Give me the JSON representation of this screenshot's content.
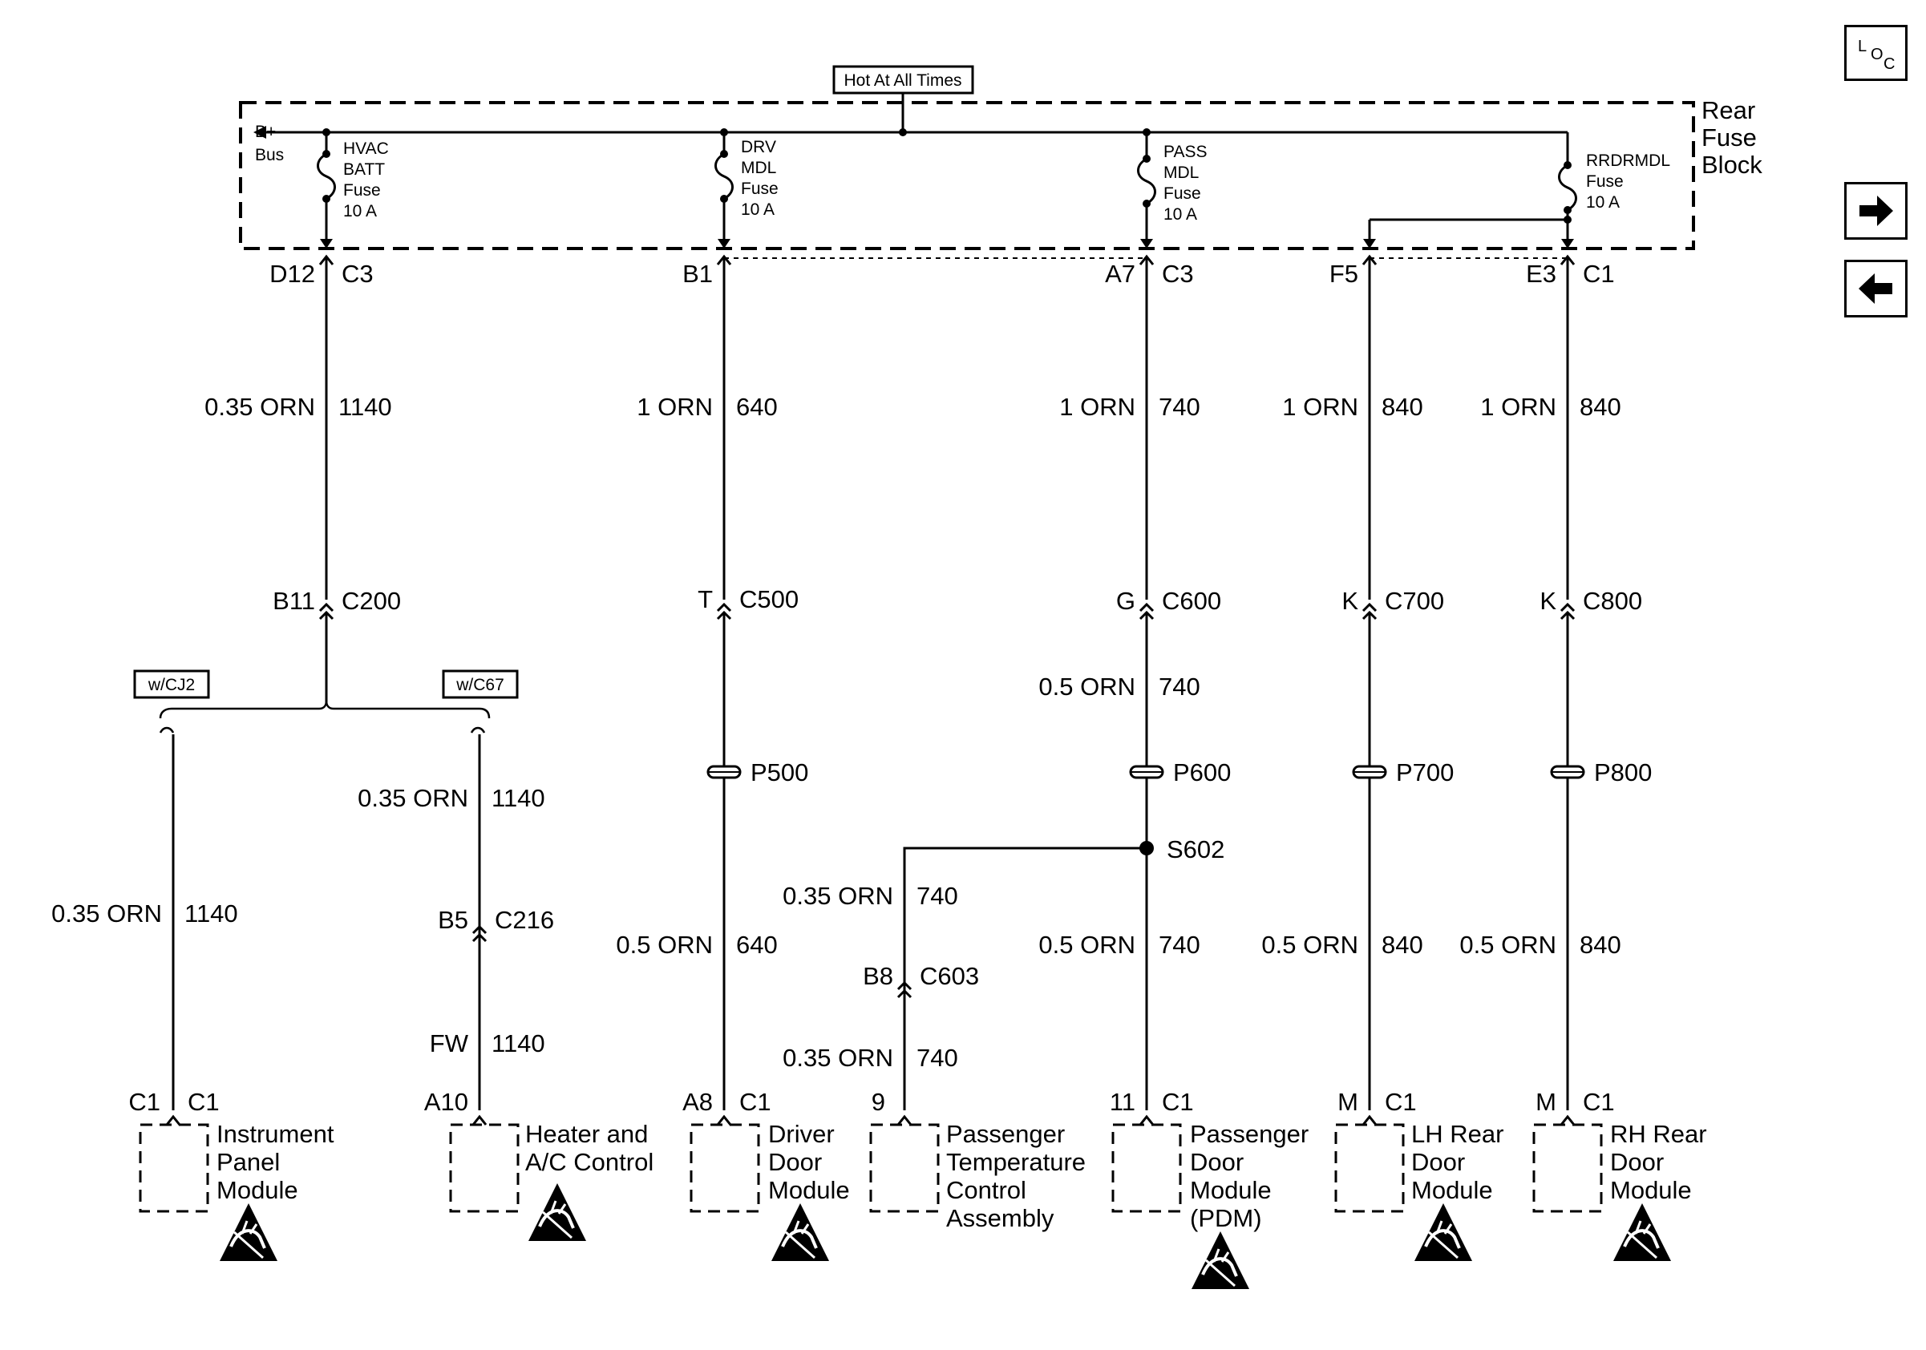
{
  "header": {
    "hot_label": "Hot At All Times"
  },
  "fuse_block": {
    "title_lines": [
      "Rear",
      "Fuse",
      "Block"
    ],
    "bus_lines": [
      "B+",
      "Bus"
    ],
    "fuses": [
      {
        "lines": [
          "HVAC",
          "BATT",
          "Fuse",
          "10 A"
        ]
      },
      {
        "lines": [
          "DRV",
          "MDL",
          "Fuse",
          "10 A"
        ]
      },
      {
        "lines": [
          "PASS",
          "MDL",
          "Fuse",
          "10 A"
        ]
      },
      {
        "lines": [
          "RRDRMDL",
          "Fuse",
          "10 A"
        ]
      }
    ]
  },
  "terminals_top": [
    {
      "pin": "D12",
      "conn": "C3"
    },
    {
      "pin": "B1",
      "conn": ""
    },
    {
      "pin": "A7",
      "conn": "C3"
    },
    {
      "pin": "F5",
      "conn": ""
    },
    {
      "pin": "E3",
      "conn": "C1"
    }
  ],
  "wire_labels_top": [
    {
      "size": "0.35 ORN",
      "circuit": "1140"
    },
    {
      "size": "1 ORN",
      "circuit": "640"
    },
    {
      "size": "1 ORN",
      "circuit": "740"
    },
    {
      "size": "1 ORN",
      "circuit": "840"
    },
    {
      "size": "1 ORN",
      "circuit": "840"
    }
  ],
  "inline_connectors": [
    {
      "pin": "B11",
      "conn": "C200"
    },
    {
      "pin": "T",
      "conn": "C500"
    },
    {
      "pin": "G",
      "conn": "C600"
    },
    {
      "pin": "K",
      "conn": "C700"
    },
    {
      "pin": "K",
      "conn": "C800"
    }
  ],
  "options": {
    "left": "w/CJ2",
    "right": "w/C67"
  },
  "pass_wire_mid": {
    "size": "0.5 ORN",
    "circuit": "740"
  },
  "pass_throughs": [
    "P500",
    "P600",
    "P700",
    "P800"
  ],
  "splice": {
    "label": "S602"
  },
  "hvac_branch": {
    "upper": {
      "size": "0.35 ORN",
      "circuit": "1140"
    },
    "conn": {
      "pin": "B5",
      "conn": "C216"
    },
    "lower": {
      "size": "FW",
      "circuit": "1140"
    }
  },
  "ipm_wire": {
    "size": "0.35 ORN",
    "circuit": "1140"
  },
  "ptc_branch": {
    "upper": {
      "size": "0.35 ORN",
      "circuit": "740"
    },
    "conn": {
      "pin": "B8",
      "conn": "C603"
    },
    "lower": {
      "size": "0.35 ORN",
      "circuit": "740"
    }
  },
  "wire_labels_bottom": [
    {
      "size": "0.5 ORN",
      "circuit": "640"
    },
    {
      "size": "0.5 ORN",
      "circuit": "740"
    },
    {
      "size": "0.5 ORN",
      "circuit": "840"
    },
    {
      "size": "0.5 ORN",
      "circuit": "840"
    }
  ],
  "modules": [
    {
      "pin": "C1",
      "conn": "C1",
      "lines": [
        "Instrument",
        "Panel",
        "Module"
      ]
    },
    {
      "pin": "A10",
      "conn": "",
      "lines": [
        "Heater and",
        "A/C Control"
      ]
    },
    {
      "pin": "A8",
      "conn": "C1",
      "lines": [
        "Driver",
        "Door",
        "Module"
      ]
    },
    {
      "pin": "9",
      "conn": "",
      "lines": [
        "Passenger",
        "Temperature",
        "Control",
        "Assembly"
      ]
    },
    {
      "pin": "11",
      "conn": "C1",
      "lines": [
        "Passenger",
        "Door",
        "Module",
        "(PDM)"
      ]
    },
    {
      "pin": "M",
      "conn": "C1",
      "lines": [
        "LH Rear",
        "Door",
        "Module"
      ]
    },
    {
      "pin": "M",
      "conn": "C1",
      "lines": [
        "RH Rear",
        "Door",
        "Module"
      ]
    }
  ],
  "nav": {
    "loc": {
      "icon": "loc-icon",
      "letters": [
        "L",
        "O",
        "C"
      ]
    },
    "next": {
      "icon": "arrow-right-icon"
    },
    "prev": {
      "icon": "arrow-left-icon"
    }
  }
}
